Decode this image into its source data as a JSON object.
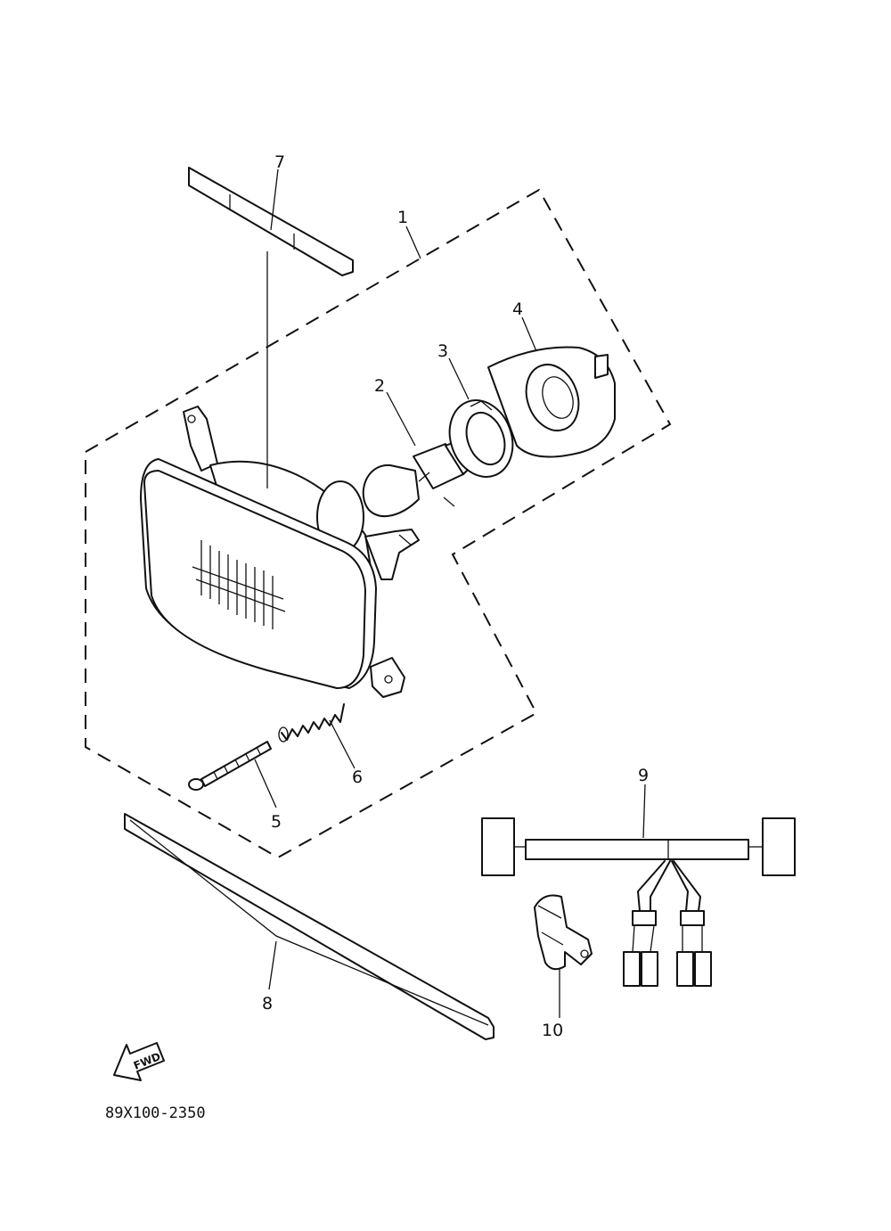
{
  "diagram": {
    "callouts": [
      "1",
      "2",
      "3",
      "4",
      "5",
      "6",
      "7",
      "8",
      "9",
      "10"
    ],
    "fwd_label": "FWD",
    "drawing_code": "89X100-2350"
  }
}
